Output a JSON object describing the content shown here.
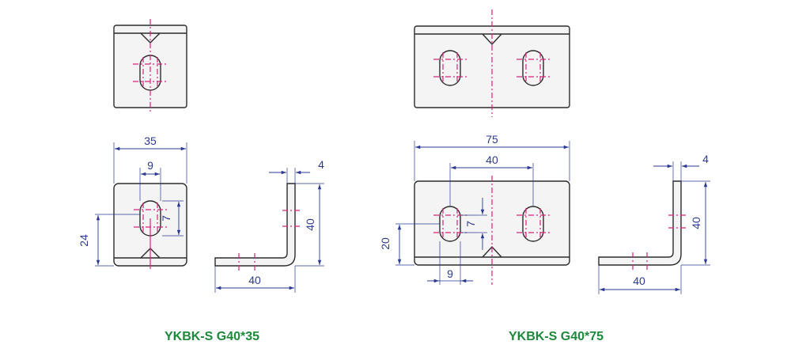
{
  "parts": [
    {
      "title": "YKBK-S G40*35",
      "dims": {
        "width": "35",
        "slot_pitch": "9",
        "slot_len": "7",
        "height": "24",
        "thickness": "4",
        "leg_v": "40",
        "leg_h": "40"
      }
    },
    {
      "title": "YKBK-S G40*75",
      "dims": {
        "width": "75",
        "hole_pitch": "40",
        "slot_len": "7",
        "height": "20",
        "slot_w": "9",
        "thickness": "4",
        "leg_v": "40",
        "leg_h": "40"
      }
    }
  ],
  "colors": {
    "outline": "#2b2b2b",
    "centerline": "#d6247a",
    "dimension": "#2a3a92",
    "title": "#1c8a3a"
  }
}
